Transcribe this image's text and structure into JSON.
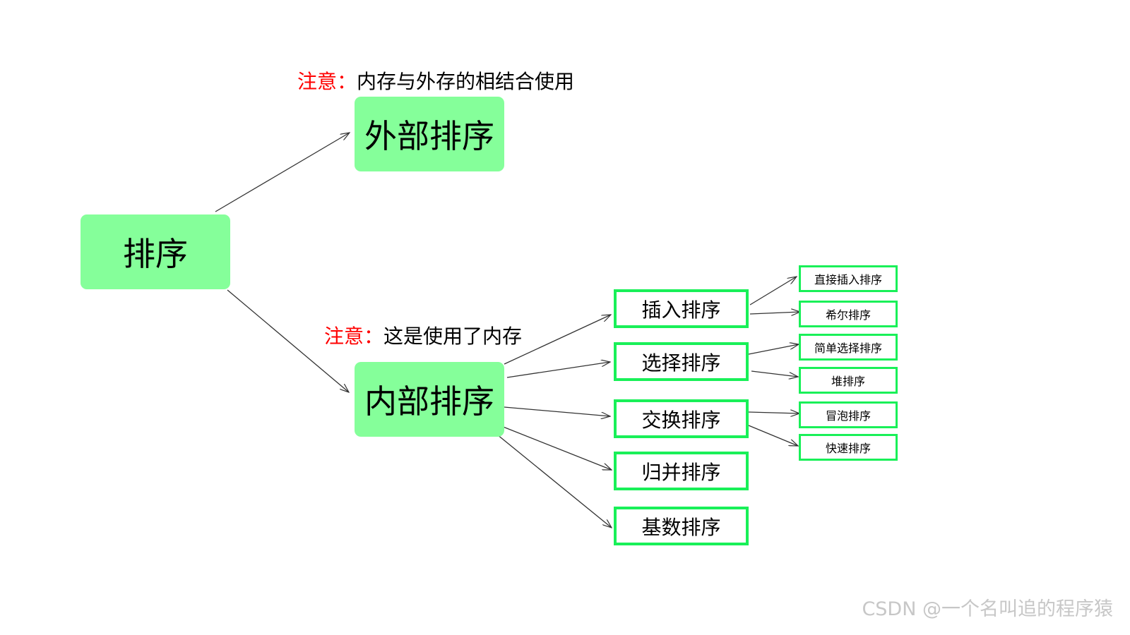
{
  "colors": {
    "solid_node_fill": "#85ff9a",
    "outline_node_border": "#19f058",
    "note_highlight": "#ff0000",
    "arrow": "#333333",
    "watermark": "#c7c7c7"
  },
  "notes": {
    "external": {
      "prefix": "注意：",
      "text": "内存与外存的相结合使用"
    },
    "internal": {
      "prefix": "注意：",
      "text": "这是使用了内存"
    }
  },
  "nodes": {
    "root": "排序",
    "external": "外部排序",
    "internal": "内部排序",
    "insertion": "插入排序",
    "selection": "选择排序",
    "exchange": "交换排序",
    "merge": "归并排序",
    "radix": "基数排序",
    "direct_insertion": "直接插入排序",
    "shell": "希尔排序",
    "simple_selection": "简单选择排序",
    "heap": "堆排序",
    "bubble": "冒泡排序",
    "quick": "快速排序"
  },
  "watermark": "CSDN @一个名叫追的程序猿"
}
